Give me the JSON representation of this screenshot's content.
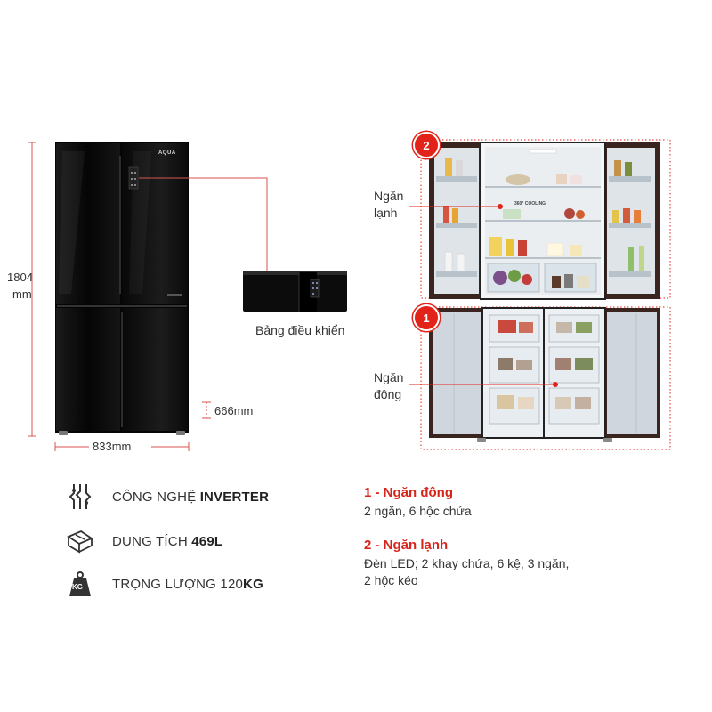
{
  "fridge": {
    "brand": "AQUA",
    "height_label": "1804",
    "height_unit": "mm",
    "width_label": "833mm",
    "depth_label": "666mm",
    "panel_label": "Bảng điều khiển"
  },
  "interior": {
    "fridge_label_line1": "Ngăn",
    "fridge_label_line2": "lạnh",
    "freezer_label_line1": "Ngăn",
    "freezer_label_line2": "đông",
    "badge_top": "2",
    "badge_bottom": "1",
    "cooling_text": "360° COOLING"
  },
  "specs": [
    {
      "icon": "inverter-icon",
      "prefix": "CÔNG NGHỆ ",
      "bold": "INVERTER"
    },
    {
      "icon": "capacity-icon",
      "prefix": "DUNG TÍCH ",
      "bold": "469L"
    },
    {
      "icon": "weight-icon",
      "prefix": "TRỌNG LƯỢNG 120",
      "bold": "KG",
      "badge": "KG"
    }
  ],
  "compartments": [
    {
      "title": "1 - Ngăn đông",
      "lines": [
        "2 ngăn, 6 hộc chứa"
      ]
    },
    {
      "title": "2 - Ngăn lạnh",
      "lines": [
        "Đèn LED; 2 khay chứa, 6 kệ, 3 ngăn,",
        "2 hộc kéo"
      ]
    }
  ],
  "colors": {
    "accent": "#e2231a",
    "fridge_body": "#0a0a0a",
    "dimension_line": "#d9534f"
  }
}
